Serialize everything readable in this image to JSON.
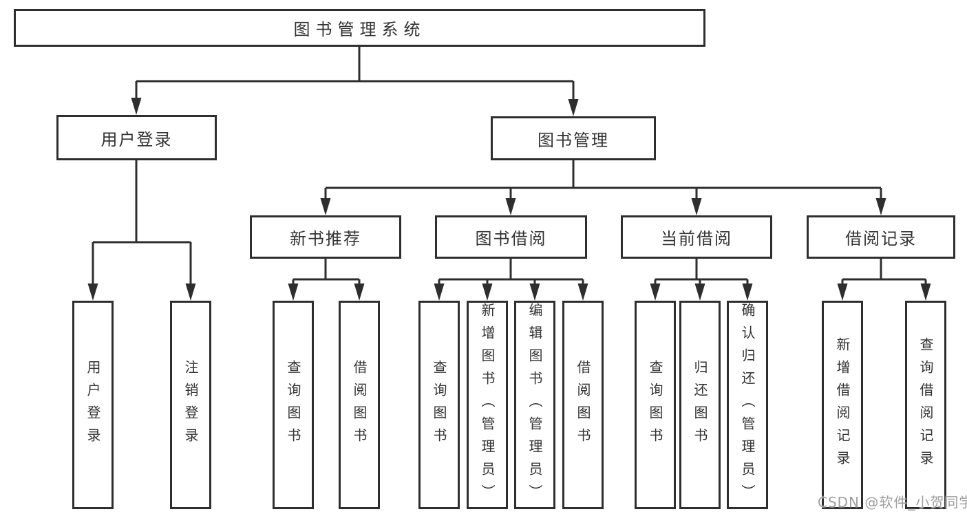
{
  "diagram": {
    "type": "hierarchy-tree",
    "tree": {
      "label": "图书管理系统",
      "children": [
        {
          "label": "用户登录",
          "children": [
            {
              "label": "用户登录"
            },
            {
              "label": "注销登录"
            }
          ]
        },
        {
          "label": "图书管理",
          "children": [
            {
              "label": "新书推荐",
              "children": [
                {
                  "label": "查询图书"
                },
                {
                  "label": "借阅图书"
                }
              ]
            },
            {
              "label": "图书借阅",
              "children": [
                {
                  "label": "查询图书"
                },
                {
                  "label": "新增图书（管理员）"
                },
                {
                  "label": "编辑图书（管理员）"
                },
                {
                  "label": "借阅图书"
                }
              ]
            },
            {
              "label": "当前借阅",
              "children": [
                {
                  "label": "查询图书"
                },
                {
                  "label": "归还图书"
                },
                {
                  "label": "确认归还（管理员）"
                }
              ]
            },
            {
              "label": "借阅记录",
              "children": [
                {
                  "label": "新增借阅记录"
                },
                {
                  "label": "查询借阅记录"
                }
              ]
            }
          ]
        }
      ]
    },
    "colors": {
      "line": "#2e2e2e",
      "box_border": "#2e2e2e",
      "box_fill": "#ffffff",
      "text": "#333333",
      "background": "#ffffff",
      "watermark": "#9e9e9e"
    }
  },
  "watermark": {
    "text": "CSDN @软件_小贺同学"
  }
}
